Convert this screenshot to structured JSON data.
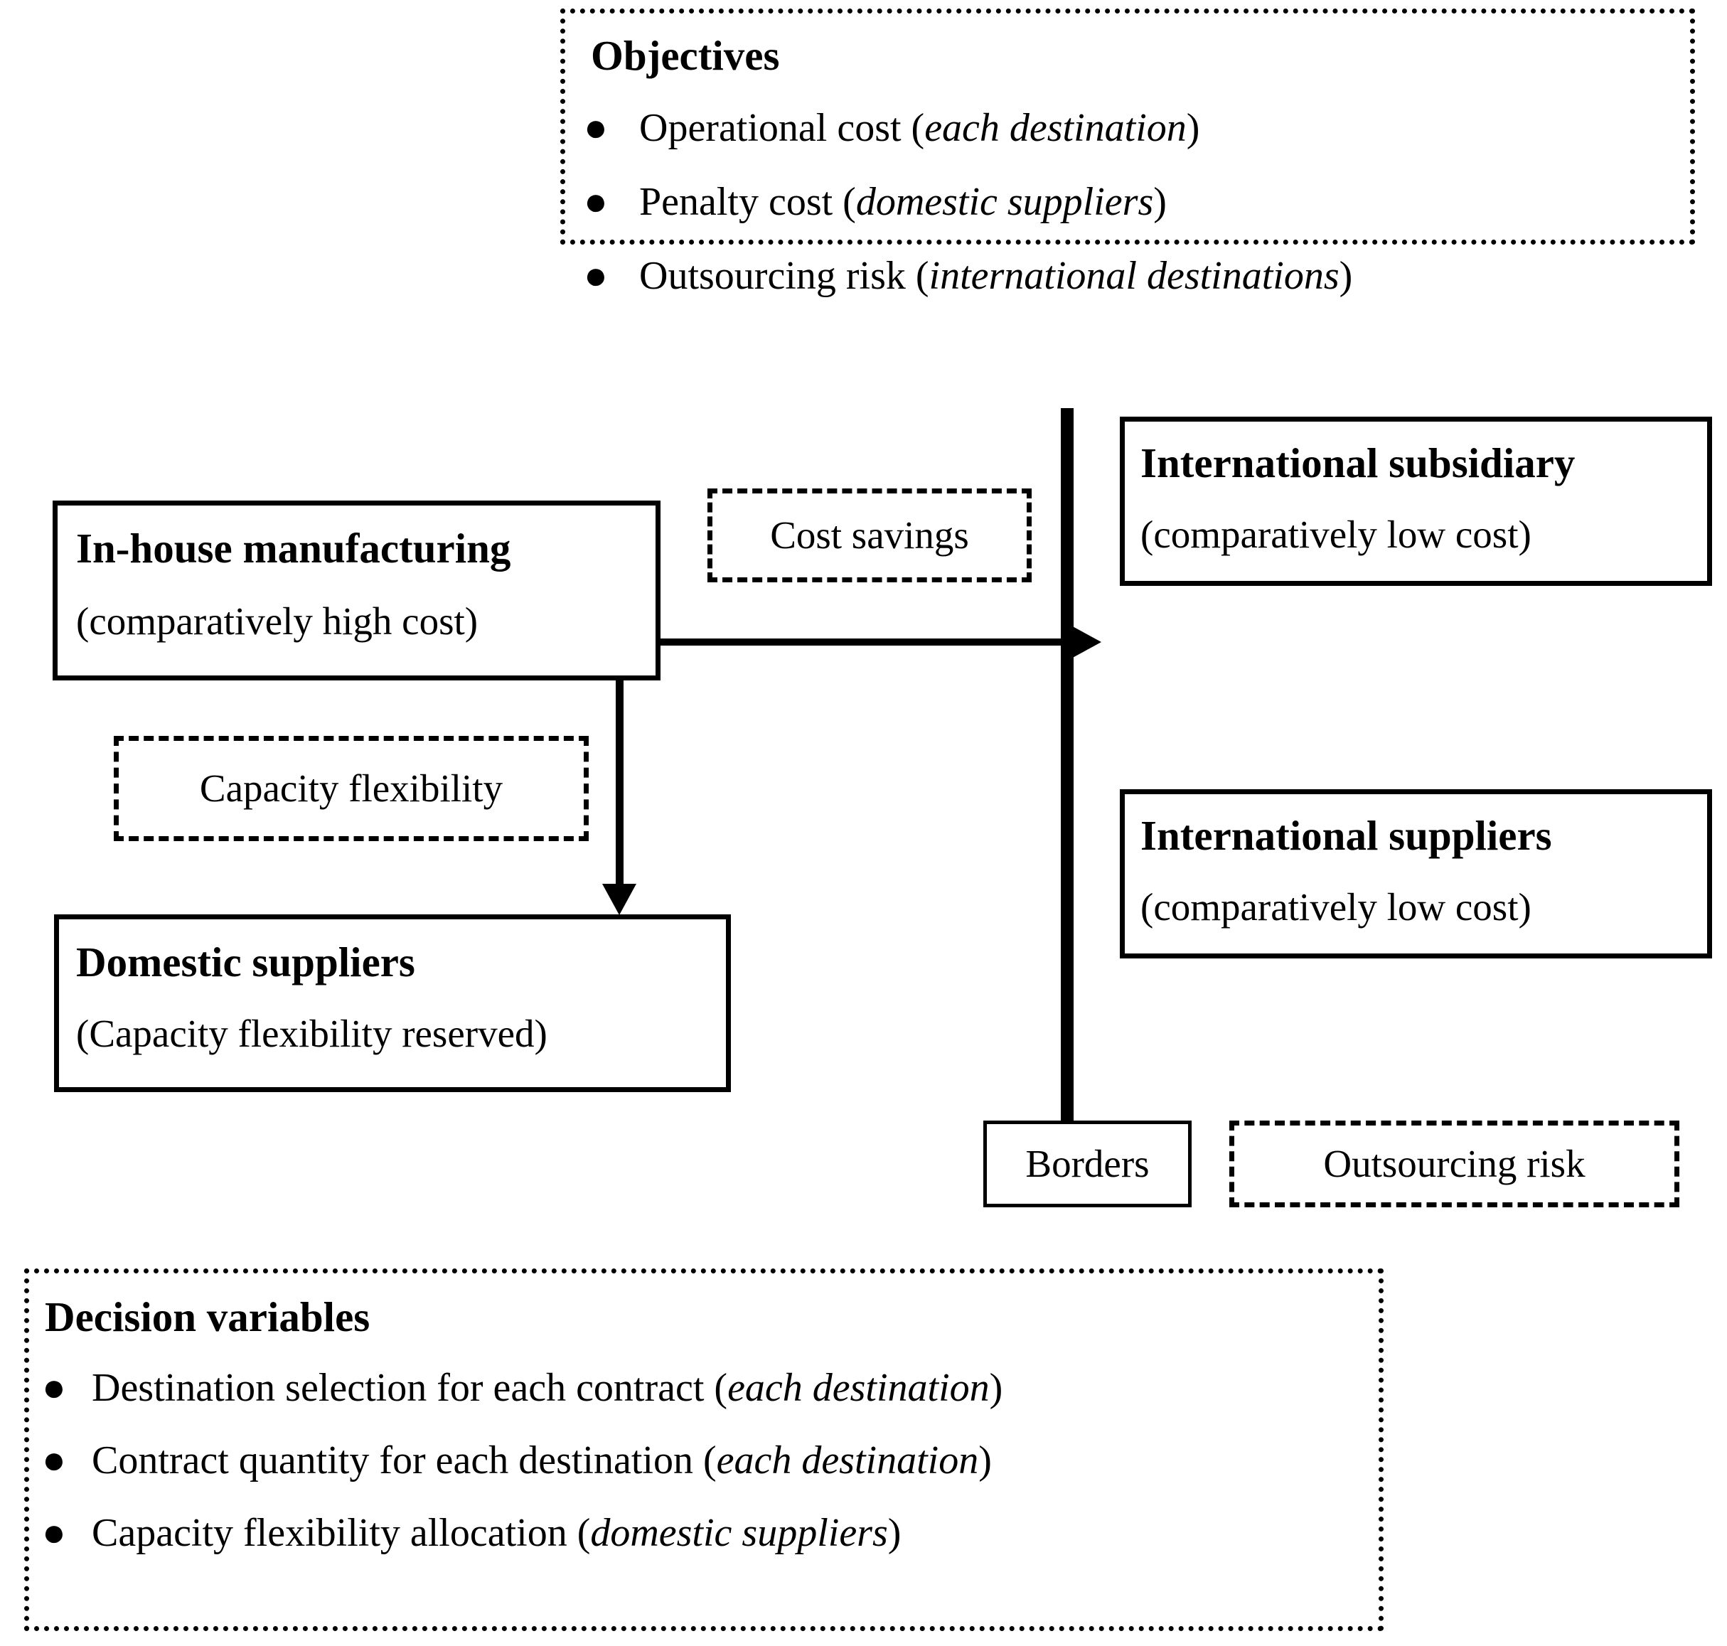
{
  "objectives": {
    "title": "Objectives",
    "items": [
      {
        "text": "Operational cost (",
        "emph": "each destination",
        "tail": ")"
      },
      {
        "text": "Penalty cost (",
        "emph": "domestic suppliers",
        "tail": ")"
      },
      {
        "text": "Outsourcing risk (",
        "emph": "international destinations",
        "tail": ")"
      }
    ]
  },
  "nodes": {
    "inhouse": {
      "title": "In-house manufacturing",
      "subtitle": "(comparatively high cost)"
    },
    "intl_subsidiary": {
      "title": "International subsidiary",
      "subtitle": "(comparatively low cost)"
    },
    "intl_suppliers": {
      "title": "International suppliers",
      "subtitle": "(comparatively low cost)"
    },
    "domestic": {
      "title": "Domestic suppliers",
      "subtitle": "(Capacity flexibility reserved)"
    },
    "borders": {
      "label": "Borders"
    }
  },
  "annotations": {
    "cost_savings": "Cost savings",
    "capacity_flexibility": "Capacity flexibility",
    "outsourcing_risk": "Outsourcing risk"
  },
  "decision_variables": {
    "title": "Decision variables",
    "items": [
      {
        "text": "Destination selection for each contract (",
        "emph": "each destination",
        "tail": ")"
      },
      {
        "text": "Contract quantity for each destination (",
        "emph": "each destination",
        "tail": ")"
      },
      {
        "text": "Capacity flexibility allocation (",
        "emph": "domestic suppliers",
        "tail": ")"
      }
    ]
  },
  "bullet_glyph": "●",
  "colors": {
    "stroke": "#000000",
    "background": "#ffffff"
  }
}
